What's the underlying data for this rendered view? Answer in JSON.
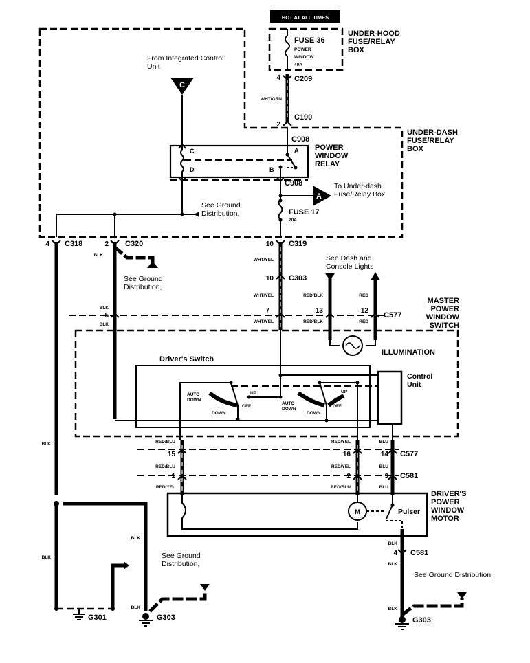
{
  "title": "Power Window Wiring - Driver's Power Window",
  "power": {
    "hot_label": "HOT AT ALL TIMES",
    "fuse36": "FUSE 36",
    "fuse36_desc1": "POWER",
    "fuse36_desc2": "WINDOW",
    "fuse36_rating": "40A",
    "underhood_box": [
      "UNDER-HOOD",
      "FUSE/RELAY",
      "BOX"
    ]
  },
  "connectors": {
    "c209": "C209",
    "c209_pin": "4",
    "c190": "C190",
    "c190_pin": "2",
    "c908_top": "C908",
    "c908_bot": "C908",
    "c318": "C318",
    "c318_pin": "4",
    "c320": "C320",
    "c320_pin": "2",
    "c319": "C319",
    "c319_pin": "10",
    "c303": "C303",
    "c303_pin": "10",
    "c577": "C577",
    "c577_pins": {
      "blk": "5",
      "whtyel": "7",
      "redblk": "13",
      "red": "12",
      "redblu": "15",
      "redyel": "16",
      "blu": "14"
    },
    "c581": "C581",
    "c581_pins": {
      "redblu": "1",
      "redyel": "2",
      "blu": "3",
      "blk": "4"
    }
  },
  "wires": {
    "wht_grn": "WHT/GRN",
    "wht_yel": "WHT/YEL",
    "red_blk": "RED/BLK",
    "red": "RED",
    "blk": "BLK",
    "red_blu": "RED/BLU",
    "red_yel": "RED/YEL",
    "blu": "BLU"
  },
  "relay": {
    "title": [
      "POWER",
      "WINDOW",
      "RELAY"
    ],
    "terminals": [
      "A",
      "B",
      "C",
      "D"
    ],
    "underdash_box": [
      "UNDER-DASH",
      "FUSE/RELAY",
      "BOX"
    ],
    "fuse17": "FUSE  17",
    "fuse17_rating": "20A"
  },
  "refs": {
    "from_icu": [
      "From Integrated Control",
      "Unit"
    ],
    "icu_letter": "C",
    "to_underdash": [
      "To Under-dash",
      "Fuse/Relay Box"
    ],
    "underdash_letter": "A",
    "see_ground": [
      "See Ground",
      "Distribution,"
    ],
    "see_dash": [
      "See Dash and",
      "Console Lights"
    ],
    "see_ground_inline": "See Ground Distribution,"
  },
  "master_switch": {
    "title": [
      "MASTER",
      "POWER",
      "WINDOW",
      "SWITCH"
    ],
    "illumination": "ILLUMINATION",
    "drivers_switch": "Driver's Switch",
    "control_unit": [
      "Control",
      "Unit"
    ],
    "positions": {
      "auto_down": [
        "AUTO",
        "DOWN"
      ],
      "down": "DOWN",
      "off": "OFF",
      "up": "UP"
    }
  },
  "motor": {
    "title": [
      "DRIVER'S",
      "POWER",
      "WINDOW",
      "MOTOR"
    ],
    "motor_letter": "M",
    "pulser": "Pulser"
  },
  "grounds": {
    "g301": "G301",
    "g303": "G303"
  }
}
